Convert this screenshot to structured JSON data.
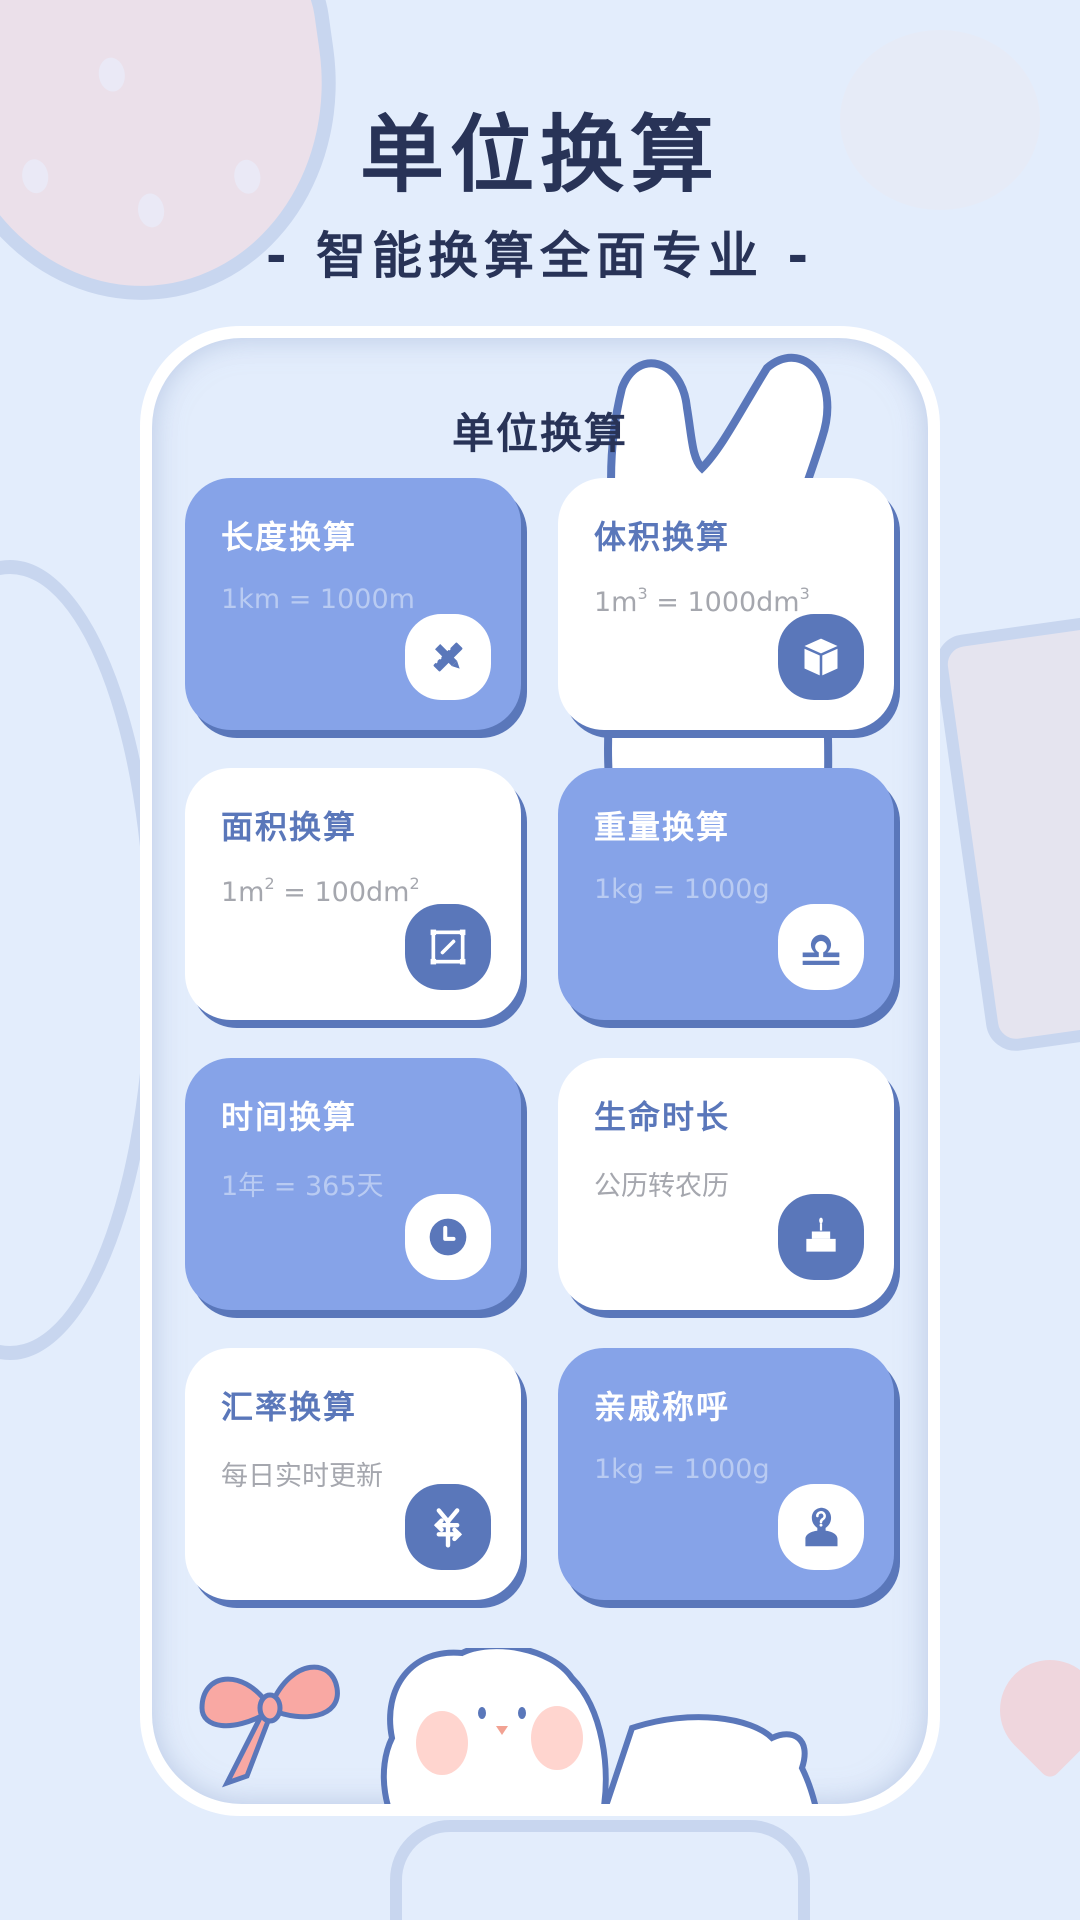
{
  "header": {
    "title": "单位换算",
    "subtitle": "- 智能换算全面专业 -"
  },
  "screen": {
    "title": "单位换算",
    "cards": [
      {
        "title": "长度换算",
        "desc": "1km = 1000m",
        "icon": "pencil-ruler-icon",
        "style": "blue"
      },
      {
        "title": "体积换算",
        "desc_parts": [
          "1m",
          "3",
          " = 1000dm",
          "3"
        ],
        "icon": "cube-icon",
        "style": "white"
      },
      {
        "title": "面积换算",
        "desc_parts": [
          "1m",
          "2",
          " = 100dm",
          "2"
        ],
        "icon": "area-square-icon",
        "style": "white"
      },
      {
        "title": "重量换算",
        "desc": "1kg = 1000g",
        "icon": "scale-libra-icon",
        "style": "blue"
      },
      {
        "title": "时间换算",
        "desc": "1年 = 365天",
        "icon": "clock-icon",
        "style": "blue"
      },
      {
        "title": "生命时长",
        "desc": "公历转农历",
        "icon": "birthday-cake-icon",
        "style": "white"
      },
      {
        "title": "汇率换算",
        "desc": "每日实时更新",
        "icon": "yen-exchange-icon",
        "style": "white"
      },
      {
        "title": "亲戚称呼",
        "desc": "1kg = 1000g",
        "icon": "person-question-icon",
        "style": "blue"
      }
    ]
  },
  "colors": {
    "background": "#e3edfc",
    "card_blue": "#86a3e8",
    "card_white": "#ffffff",
    "accent": "#5a77ba",
    "title_dark": "#283357",
    "desc_gray": "#a5a7ae"
  }
}
